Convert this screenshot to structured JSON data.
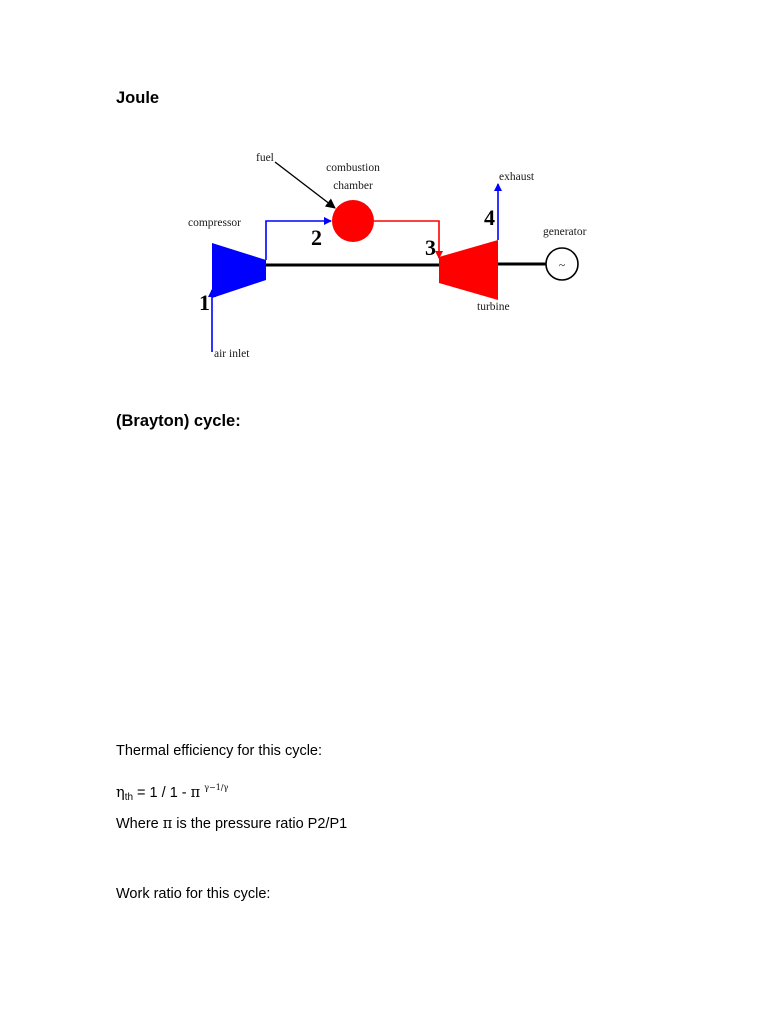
{
  "document": {
    "heading_joule": "Joule",
    "heading_brayton": "(Brayton) cycle:",
    "thermal_efficiency_intro": "Thermal efficiency for this cycle:",
    "equation": {
      "eta": "η",
      "eta_sub": "th",
      "middle": " = 1 / 1 - ",
      "pi": "π",
      "exponent": "γ−1/γ"
    },
    "where_line": {
      "prefix": "Where ",
      "pi": "π",
      "suffix": " is the pressure ratio P2/P1"
    },
    "work_ratio_intro": "Work ratio for this cycle:"
  },
  "diagram": {
    "labels": {
      "fuel": "fuel",
      "combustion_line1": "combustion",
      "combustion_line2": "chamber",
      "exhaust": "exhaust",
      "compressor": "compressor",
      "generator": "generator",
      "generator_symbol": "~",
      "turbine": "turbine",
      "air_inlet": "air inlet"
    },
    "state_points": [
      "1",
      "2",
      "3",
      "4"
    ],
    "colors": {
      "compressor": "#0000ff",
      "cold_flow": "#0000ff",
      "combustion_chamber": "#ff0000",
      "turbine": "#ff0000",
      "hot_flow": "#ff0000",
      "shaft": "#000000"
    }
  }
}
